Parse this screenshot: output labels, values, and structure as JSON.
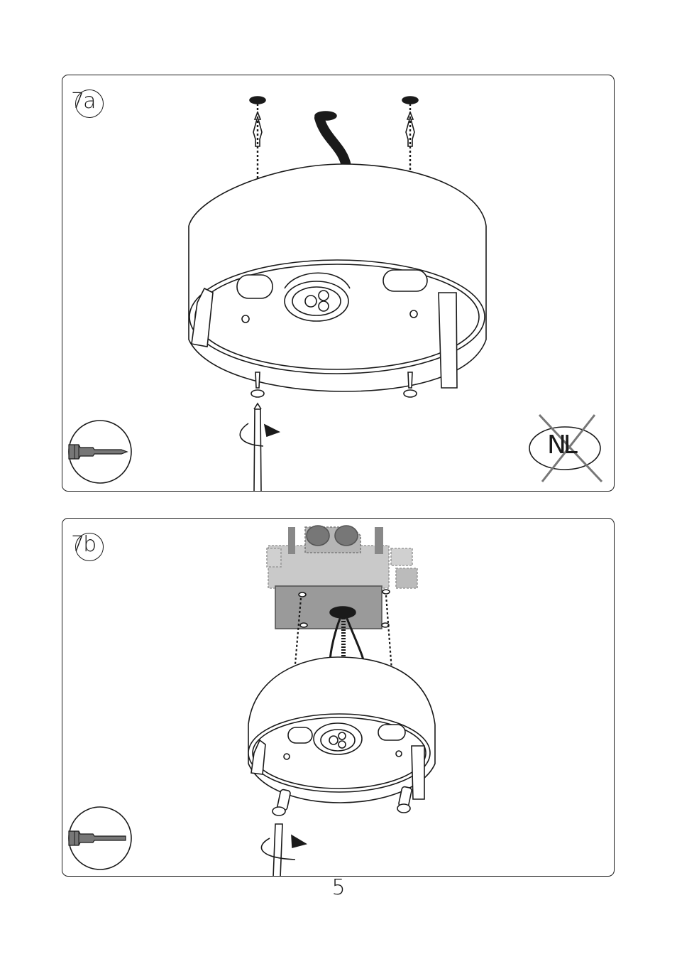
{
  "panels": {
    "a": {
      "step_label": "7a",
      "no_country_badge": "NL"
    },
    "b": {
      "step_label": "7b"
    }
  },
  "icons": {
    "tool_a": "phillips-screwdriver-icon",
    "tool_b": "flat-screwdriver-icon",
    "rotate": "clockwise-rotation-arrow-icon",
    "prohibited": "crossed-out-country-badge-icon"
  },
  "page": {
    "number": "5"
  }
}
